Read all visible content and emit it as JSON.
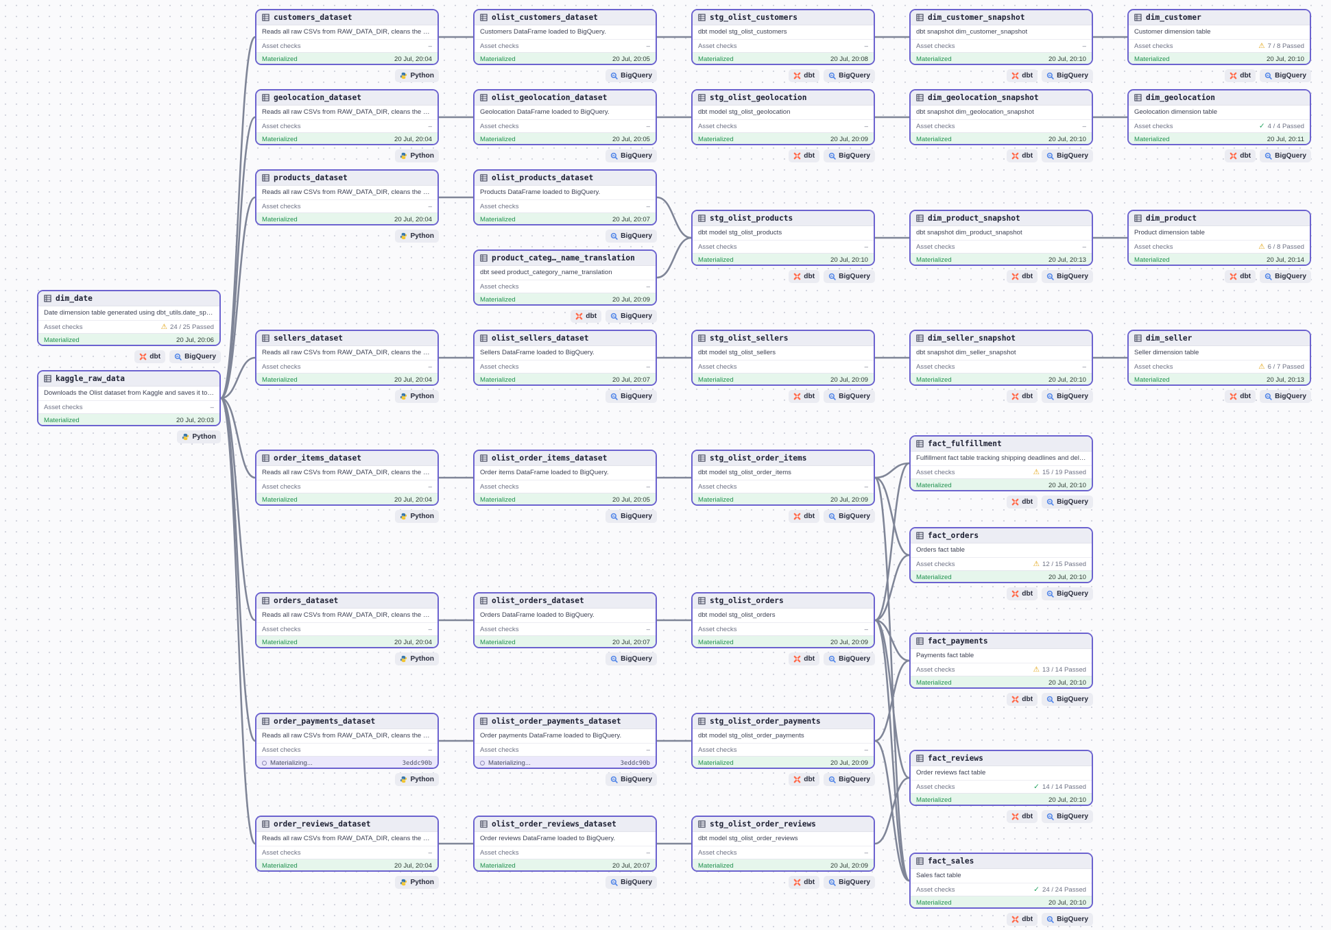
{
  "labels": {
    "asset_checks": "Asset checks",
    "materialized": "Materialized"
  },
  "tags": {
    "python": "Python",
    "dbt": "dbt",
    "bigquery": "BigQuery"
  },
  "colors": {
    "node_border": "#6b62cf",
    "edge": "#7f8597",
    "materialized_bg": "#e6f6ec",
    "materialized_text": "#21924f",
    "warning": "#e2a516",
    "passed": "#23a35f",
    "materializing_bg": "#ebe8fb"
  },
  "nodes": {
    "dim_date": {
      "title": "dim_date",
      "desc": "Date dimension table generated using dbt_utils.date_spine",
      "checks": "24 / 25 Passed",
      "check_status": "warn",
      "status": "Materialized",
      "time": "20 Jul, 20:06",
      "tags": [
        "dbt",
        "BigQuery"
      ]
    },
    "kaggle_raw_data": {
      "title": "kaggle_raw_data",
      "desc": "Downloads the Olist dataset from Kaggle and saves it to RAW_DATA_DIR.",
      "checks": "–",
      "status": "Materialized",
      "time": "20 Jul, 20:03",
      "tags": [
        "Python"
      ]
    },
    "customers_dataset": {
      "title": "customers_dataset",
      "desc": "Reads all raw CSVs from RAW_DATA_DIR, cleans the data.",
      "checks": "–",
      "status": "Materialized",
      "time": "20 Jul, 20:04",
      "tags": [
        "Python"
      ]
    },
    "geolocation_dataset": {
      "title": "geolocation_dataset",
      "desc": "Reads all raw CSVs from RAW_DATA_DIR, cleans the data.",
      "checks": "–",
      "status": "Materialized",
      "time": "20 Jul, 20:04",
      "tags": [
        "Python"
      ]
    },
    "products_dataset": {
      "title": "products_dataset",
      "desc": "Reads all raw CSVs from RAW_DATA_DIR, cleans the data.",
      "checks": "–",
      "status": "Materialized",
      "time": "20 Jul, 20:04",
      "tags": [
        "Python"
      ]
    },
    "sellers_dataset": {
      "title": "sellers_dataset",
      "desc": "Reads all raw CSVs from RAW_DATA_DIR, cleans the data.",
      "checks": "–",
      "status": "Materialized",
      "time": "20 Jul, 20:04",
      "tags": [
        "Python"
      ]
    },
    "order_items_dataset": {
      "title": "order_items_dataset",
      "desc": "Reads all raw CSVs from RAW_DATA_DIR, cleans the data.",
      "checks": "–",
      "status": "Materialized",
      "time": "20 Jul, 20:04",
      "tags": [
        "Python"
      ]
    },
    "orders_dataset": {
      "title": "orders_dataset",
      "desc": "Reads all raw CSVs from RAW_DATA_DIR, cleans the data.",
      "checks": "–",
      "status": "Materialized",
      "time": "20 Jul, 20:04",
      "tags": [
        "Python"
      ]
    },
    "order_payments_dataset": {
      "title": "order_payments_dataset",
      "desc": "Reads all raw CSVs from RAW_DATA_DIR, cleans the data.",
      "checks": "–",
      "status": "Materializing...",
      "time": "3eddc90b",
      "materializing": true,
      "tags": [
        "Python"
      ]
    },
    "order_reviews_dataset": {
      "title": "order_reviews_dataset",
      "desc": "Reads all raw CSVs from RAW_DATA_DIR, cleans the data.",
      "checks": "–",
      "status": "Materialized",
      "time": "20 Jul, 20:04",
      "tags": [
        "Python"
      ]
    },
    "olist_customers_dataset": {
      "title": "olist_customers_dataset",
      "desc": "Customers DataFrame loaded to BigQuery.",
      "checks": "–",
      "status": "Materialized",
      "time": "20 Jul, 20:05",
      "tags": [
        "BigQuery"
      ]
    },
    "olist_geolocation_dataset": {
      "title": "olist_geolocation_dataset",
      "desc": "Geolocation DataFrame loaded to BigQuery.",
      "checks": "–",
      "status": "Materialized",
      "time": "20 Jul, 20:05",
      "tags": [
        "BigQuery"
      ]
    },
    "olist_products_dataset": {
      "title": "olist_products_dataset",
      "desc": "Products DataFrame loaded to BigQuery.",
      "checks": "–",
      "status": "Materialized",
      "time": "20 Jul, 20:07",
      "tags": [
        "BigQuery"
      ]
    },
    "product_category_name_translation": {
      "title": "product_categ…_name_translation",
      "desc": "dbt seed product_category_name_translation",
      "checks": "–",
      "status": "Materialized",
      "time": "20 Jul, 20:09",
      "tags": [
        "dbt",
        "BigQuery"
      ]
    },
    "olist_sellers_dataset": {
      "title": "olist_sellers_dataset",
      "desc": "Sellers DataFrame loaded to BigQuery.",
      "checks": "–",
      "status": "Materialized",
      "time": "20 Jul, 20:07",
      "tags": [
        "BigQuery"
      ]
    },
    "olist_order_items_dataset": {
      "title": "olist_order_items_dataset",
      "desc": "Order items DataFrame loaded to BigQuery.",
      "checks": "–",
      "status": "Materialized",
      "time": "20 Jul, 20:05",
      "tags": [
        "BigQuery"
      ]
    },
    "olist_orders_dataset": {
      "title": "olist_orders_dataset",
      "desc": "Orders DataFrame loaded to BigQuery.",
      "checks": "–",
      "status": "Materialized",
      "time": "20 Jul, 20:07",
      "tags": [
        "BigQuery"
      ]
    },
    "olist_order_payments_dataset": {
      "title": "olist_order_payments_dataset",
      "desc": "Order payments DataFrame loaded to BigQuery.",
      "checks": "–",
      "status": "Materializing...",
      "time": "3eddc90b",
      "materializing": true,
      "tags": [
        "BigQuery"
      ]
    },
    "olist_order_reviews_dataset": {
      "title": "olist_order_reviews_dataset",
      "desc": "Order reviews DataFrame loaded to BigQuery.",
      "checks": "–",
      "status": "Materialized",
      "time": "20 Jul, 20:07",
      "tags": [
        "BigQuery"
      ]
    },
    "stg_olist_customers": {
      "title": "stg_olist_customers",
      "desc": "dbt model stg_olist_customers",
      "checks": "–",
      "status": "Materialized",
      "time": "20 Jul, 20:08",
      "tags": [
        "dbt",
        "BigQuery"
      ]
    },
    "stg_olist_geolocation": {
      "title": "stg_olist_geolocation",
      "desc": "dbt model stg_olist_geolocation",
      "checks": "–",
      "status": "Materialized",
      "time": "20 Jul, 20:09",
      "tags": [
        "dbt",
        "BigQuery"
      ]
    },
    "stg_olist_products": {
      "title": "stg_olist_products",
      "desc": "dbt model stg_olist_products",
      "checks": "–",
      "status": "Materialized",
      "time": "20 Jul, 20:10",
      "tags": [
        "dbt",
        "BigQuery"
      ]
    },
    "stg_olist_sellers": {
      "title": "stg_olist_sellers",
      "desc": "dbt model stg_olist_sellers",
      "checks": "–",
      "status": "Materialized",
      "time": "20 Jul, 20:09",
      "tags": [
        "dbt",
        "BigQuery"
      ]
    },
    "stg_olist_order_items": {
      "title": "stg_olist_order_items",
      "desc": "dbt model stg_olist_order_items",
      "checks": "–",
      "status": "Materialized",
      "time": "20 Jul, 20:09",
      "tags": [
        "dbt",
        "BigQuery"
      ]
    },
    "stg_olist_orders": {
      "title": "stg_olist_orders",
      "desc": "dbt model stg_olist_orders",
      "checks": "–",
      "status": "Materialized",
      "time": "20 Jul, 20:09",
      "tags": [
        "dbt",
        "BigQuery"
      ]
    },
    "stg_olist_order_payments": {
      "title": "stg_olist_order_payments",
      "desc": "dbt model stg_olist_order_payments",
      "checks": "–",
      "status": "Materialized",
      "time": "20 Jul, 20:09",
      "tags": [
        "dbt",
        "BigQuery"
      ]
    },
    "stg_olist_order_reviews": {
      "title": "stg_olist_order_reviews",
      "desc": "dbt model stg_olist_order_reviews",
      "checks": "–",
      "status": "Materialized",
      "time": "20 Jul, 20:09",
      "tags": [
        "dbt",
        "BigQuery"
      ]
    },
    "dim_customer_snapshot": {
      "title": "dim_customer_snapshot",
      "desc": "dbt snapshot dim_customer_snapshot",
      "checks": "–",
      "status": "Materialized",
      "time": "20 Jul, 20:10",
      "tags": [
        "dbt",
        "BigQuery"
      ]
    },
    "dim_geolocation_snapshot": {
      "title": "dim_geolocation_snapshot",
      "desc": "dbt snapshot dim_geolocation_snapshot",
      "checks": "–",
      "status": "Materialized",
      "time": "20 Jul, 20:10",
      "tags": [
        "dbt",
        "BigQuery"
      ]
    },
    "dim_product_snapshot": {
      "title": "dim_product_snapshot",
      "desc": "dbt snapshot dim_product_snapshot",
      "checks": "–",
      "status": "Materialized",
      "time": "20 Jul, 20:13",
      "tags": [
        "dbt",
        "BigQuery"
      ]
    },
    "dim_seller_snapshot": {
      "title": "dim_seller_snapshot",
      "desc": "dbt snapshot dim_seller_snapshot",
      "checks": "–",
      "status": "Materialized",
      "time": "20 Jul, 20:10",
      "tags": [
        "dbt",
        "BigQuery"
      ]
    },
    "fact_fulfillment": {
      "title": "fact_fulfillment",
      "desc": "Fulfillment fact table tracking shipping deadlines and delivery times",
      "checks": "15 / 19 Passed",
      "check_status": "warn",
      "status": "Materialized",
      "time": "20 Jul, 20:10",
      "tags": [
        "dbt",
        "BigQuery"
      ]
    },
    "fact_orders": {
      "title": "fact_orders",
      "desc": "Orders fact table",
      "checks": "12 / 15 Passed",
      "check_status": "warn",
      "status": "Materialized",
      "time": "20 Jul, 20:10",
      "tags": [
        "dbt",
        "BigQuery"
      ]
    },
    "fact_payments": {
      "title": "fact_payments",
      "desc": "Payments fact table",
      "checks": "13 / 14 Passed",
      "check_status": "warn",
      "status": "Materialized",
      "time": "20 Jul, 20:10",
      "tags": [
        "dbt",
        "BigQuery"
      ]
    },
    "fact_reviews": {
      "title": "fact_reviews",
      "desc": "Order reviews fact table",
      "checks": "14 / 14 Passed",
      "check_status": "ok",
      "status": "Materialized",
      "time": "20 Jul, 20:10",
      "tags": [
        "dbt",
        "BigQuery"
      ]
    },
    "fact_sales": {
      "title": "fact_sales",
      "desc": "Sales fact table",
      "checks": "24 / 24 Passed",
      "check_status": "ok",
      "status": "Materialized",
      "time": "20 Jul, 20:10",
      "tags": [
        "dbt",
        "BigQuery"
      ]
    },
    "dim_customer": {
      "title": "dim_customer",
      "desc": "Customer dimension table",
      "checks": "7 / 8 Passed",
      "check_status": "warn",
      "status": "Materialized",
      "time": "20 Jul, 20:10",
      "tags": [
        "dbt",
        "BigQuery"
      ]
    },
    "dim_geolocation": {
      "title": "dim_geolocation",
      "desc": "Geolocation dimension table",
      "checks": "4 / 4 Passed",
      "check_status": "ok",
      "status": "Materialized",
      "time": "20 Jul, 20:11",
      "tags": [
        "dbt",
        "BigQuery"
      ]
    },
    "dim_product": {
      "title": "dim_product",
      "desc": "Product dimension table",
      "checks": "6 / 8 Passed",
      "check_status": "warn",
      "status": "Materialized",
      "time": "20 Jul, 20:14",
      "tags": [
        "dbt",
        "BigQuery"
      ]
    },
    "dim_seller": {
      "title": "dim_seller",
      "desc": "Seller dimension table",
      "checks": "6 / 7 Passed",
      "check_status": "warn",
      "status": "Materialized",
      "time": "20 Jul, 20:13",
      "tags": [
        "dbt",
        "BigQuery"
      ]
    }
  },
  "edges": [
    [
      "kaggle_raw_data",
      "customers_dataset"
    ],
    [
      "kaggle_raw_data",
      "geolocation_dataset"
    ],
    [
      "kaggle_raw_data",
      "products_dataset"
    ],
    [
      "kaggle_raw_data",
      "sellers_dataset"
    ],
    [
      "kaggle_raw_data",
      "order_items_dataset"
    ],
    [
      "kaggle_raw_data",
      "orders_dataset"
    ],
    [
      "kaggle_raw_data",
      "order_payments_dataset"
    ],
    [
      "kaggle_raw_data",
      "order_reviews_dataset"
    ],
    [
      "customers_dataset",
      "olist_customers_dataset"
    ],
    [
      "geolocation_dataset",
      "olist_geolocation_dataset"
    ],
    [
      "products_dataset",
      "olist_products_dataset"
    ],
    [
      "sellers_dataset",
      "olist_sellers_dataset"
    ],
    [
      "order_items_dataset",
      "olist_order_items_dataset"
    ],
    [
      "orders_dataset",
      "olist_orders_dataset"
    ],
    [
      "order_payments_dataset",
      "olist_order_payments_dataset"
    ],
    [
      "order_reviews_dataset",
      "olist_order_reviews_dataset"
    ],
    [
      "olist_customers_dataset",
      "stg_olist_customers"
    ],
    [
      "olist_geolocation_dataset",
      "stg_olist_geolocation"
    ],
    [
      "olist_products_dataset",
      "stg_olist_products"
    ],
    [
      "product_category_name_translation",
      "stg_olist_products"
    ],
    [
      "olist_sellers_dataset",
      "stg_olist_sellers"
    ],
    [
      "olist_order_items_dataset",
      "stg_olist_order_items"
    ],
    [
      "olist_orders_dataset",
      "stg_olist_orders"
    ],
    [
      "olist_order_payments_dataset",
      "stg_olist_order_payments"
    ],
    [
      "olist_order_reviews_dataset",
      "stg_olist_order_reviews"
    ],
    [
      "stg_olist_customers",
      "dim_customer_snapshot"
    ],
    [
      "stg_olist_geolocation",
      "dim_geolocation_snapshot"
    ],
    [
      "stg_olist_products",
      "dim_product_snapshot"
    ],
    [
      "stg_olist_sellers",
      "dim_seller_snapshot"
    ],
    [
      "dim_customer_snapshot",
      "dim_customer"
    ],
    [
      "dim_geolocation_snapshot",
      "dim_geolocation"
    ],
    [
      "dim_product_snapshot",
      "dim_product"
    ],
    [
      "dim_seller_snapshot",
      "dim_seller"
    ],
    [
      "stg_olist_order_items",
      "fact_fulfillment"
    ],
    [
      "stg_olist_orders",
      "fact_fulfillment"
    ],
    [
      "stg_olist_order_items",
      "fact_orders"
    ],
    [
      "stg_olist_orders",
      "fact_orders"
    ],
    [
      "stg_olist_orders",
      "fact_payments"
    ],
    [
      "stg_olist_order_payments",
      "fact_payments"
    ],
    [
      "stg_olist_orders",
      "fact_reviews"
    ],
    [
      "stg_olist_order_reviews",
      "fact_reviews"
    ],
    [
      "stg_olist_order_items",
      "fact_sales"
    ],
    [
      "stg_olist_orders",
      "fact_sales"
    ],
    [
      "stg_olist_order_payments",
      "fact_sales"
    ]
  ]
}
